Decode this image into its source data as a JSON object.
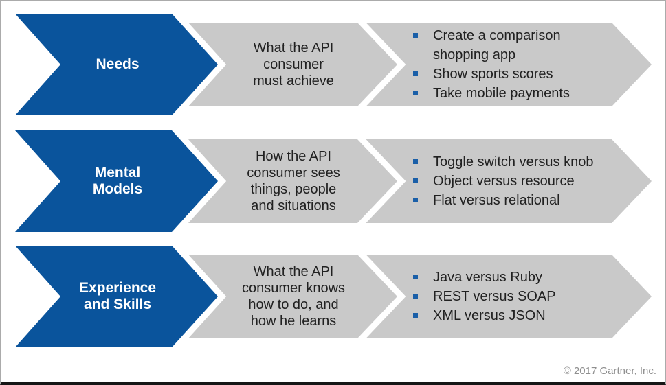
{
  "diagram_title": "",
  "rows": [
    {
      "label": "Needs",
      "description": "What the API\nconsumer\nmust achieve",
      "bullets": [
        "Create a comparison\nshopping app",
        "Show sports scores",
        "Take mobile payments"
      ]
    },
    {
      "label": "Mental\nModels",
      "description": "How the API\nconsumer sees\nthings, people\nand situations",
      "bullets": [
        "Toggle switch versus knob",
        "Object versus resource",
        "Flat versus relational"
      ]
    },
    {
      "label": "Experience\nand Skills",
      "description": "What the API\nconsumer knows\nhow to do, and\nhow he learns",
      "bullets": [
        "Java versus Ruby",
        "REST versus SOAP",
        "XML versus JSON"
      ]
    }
  ],
  "footer": {
    "copyright": "© 2017 Gartner, Inc."
  },
  "colors": {
    "arrow-blue": "#0a549c",
    "arrow-gray": "#c9c9c9",
    "bullet-blue": "#1a5fa8",
    "text-dark": "#212121",
    "label-white": "#ffffff",
    "copyright-gray": "#8f8f8f"
  }
}
